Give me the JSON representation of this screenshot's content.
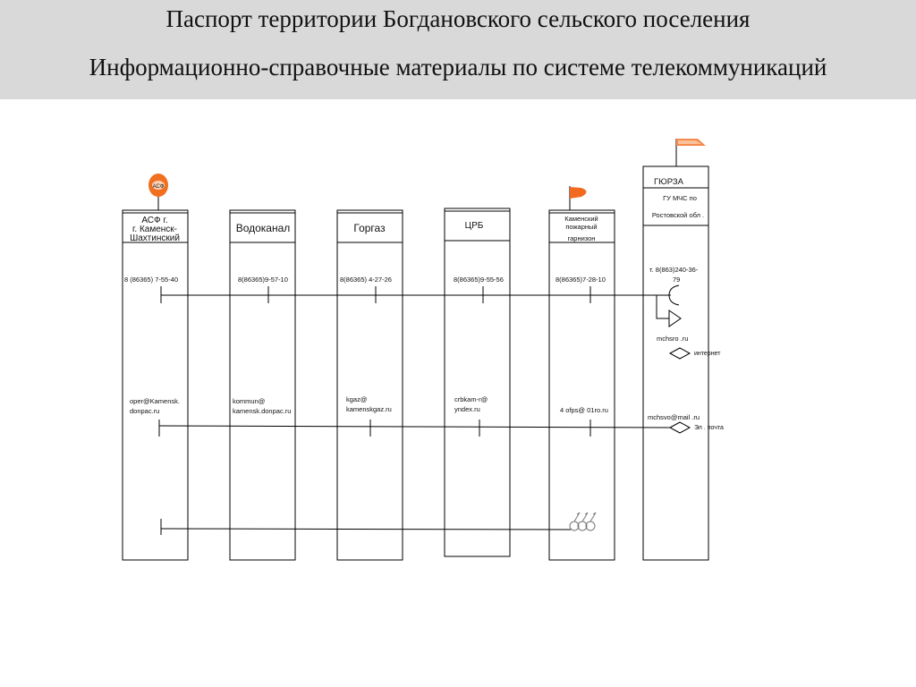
{
  "header": {
    "title_line1": "Паспорт территории Богдановского сельского поселения",
    "title_line2": "Информационно-справочные материалы по системе телекоммуникаций"
  },
  "units": [
    {
      "id": "asf",
      "name_lines": [
        "АСФ г.",
        "г. Каменск-",
        "Шахтинский"
      ],
      "phone": "8 (86365) 7-55-40",
      "email_lines": [
        "oper@Kamensk.",
        "donpac.ru"
      ],
      "icon": "asf-badge-icon"
    },
    {
      "id": "vodokanal",
      "name_lines": [
        "Водоканал"
      ],
      "phone": "8(86365)9-57-10",
      "email_lines": [
        "kommun@",
        "kamensk.donpac.ru"
      ]
    },
    {
      "id": "gorgaz",
      "name_lines": [
        "Горгаз"
      ],
      "phone": "8(86365) 4-27-26",
      "email_lines": [
        "kgaz@",
        "kamenskgaz.ru"
      ]
    },
    {
      "id": "crb",
      "name_lines": [
        "ЦРБ"
      ],
      "phone": "8(86365)9-55-56",
      "email_lines": [
        "crbkam-r@",
        "yndex.ru"
      ]
    },
    {
      "id": "fire",
      "name_lines": [
        "Каменский",
        "пожарный",
        "гарнизон"
      ],
      "phone": "8(86365)7-28-10",
      "email_lines": [
        "4 ofps@ 01ro.ru"
      ],
      "icon": "flag-icon"
    },
    {
      "id": "gyurza",
      "name_lines": [
        "ГЮРЗА"
      ],
      "sub_lines": [
        "ГУ МЧС по",
        "Ростовской обл ."
      ],
      "phone_lines": [
        "т. 8(863)240-36-",
        "79"
      ],
      "site": "mchsro .ru",
      "email": "mchsvo@mail .ru",
      "icon": "pennant-icon"
    }
  ],
  "legend": {
    "internet": "интернет",
    "email": "Эл . почта"
  },
  "badge_text": "АСФ"
}
